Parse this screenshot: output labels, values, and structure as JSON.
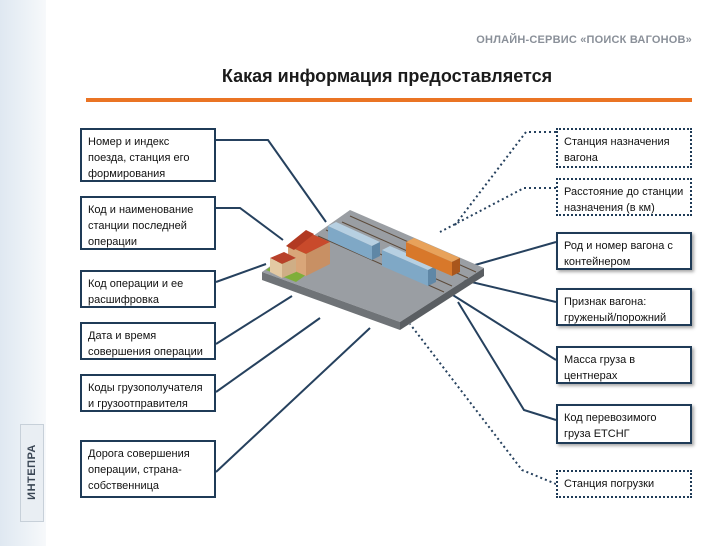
{
  "header": {
    "service_title": "ОНЛАЙН-СЕРВИС «ПОИСК ВАГОНОВ»"
  },
  "title": "Какая информация предоставляется",
  "logo": {
    "text": "ИНТЕПРА"
  },
  "left_boxes": [
    {
      "id": "wagon-number",
      "text": "Номер и индекс поезда, станция его формирования",
      "style": "solid"
    },
    {
      "id": "last-operation-station",
      "text": "Код и наименование станции последней операции",
      "style": "solid"
    },
    {
      "id": "operation-code",
      "text": "Код операции и ее расшифровка",
      "style": "solid"
    },
    {
      "id": "operation-datetime",
      "text": "Дата и время совершения операции",
      "style": "solid"
    },
    {
      "id": "consignee-codes",
      "text": "Коды грузополучателя и грузоотправителя",
      "style": "solid"
    },
    {
      "id": "operation-railway",
      "text": "Дорога совершения операции, страна-собственница",
      "style": "solid"
    }
  ],
  "right_boxes": [
    {
      "id": "destination-station",
      "text": "Станция назначения вагона",
      "style": "dotted"
    },
    {
      "id": "distance-to-destination",
      "text": "Расстояние до станции назначения (в км)",
      "style": "dotted"
    },
    {
      "id": "wagon-type",
      "text": "Род и номер вагона с контейнером",
      "style": "solid"
    },
    {
      "id": "wagon-load",
      "text": "Признак вагона: груженый/порожний",
      "style": "solid"
    },
    {
      "id": "cargo-mass",
      "text": "Масса груза в центнерах",
      "style": "solid"
    },
    {
      "id": "cargo-code",
      "text": "Код перевозимого груза ЕТСНГ",
      "style": "solid"
    },
    {
      "id": "loading-station",
      "text": "Станция погрузки",
      "style": "dotted"
    }
  ]
}
